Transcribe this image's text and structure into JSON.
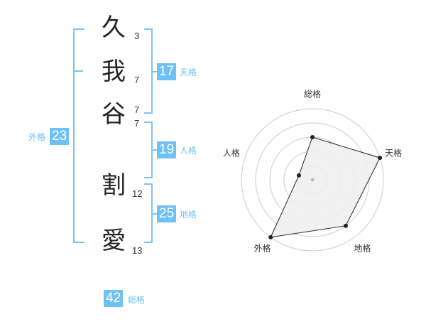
{
  "name_chars": [
    {
      "char": "久",
      "strokes": "3"
    },
    {
      "char": "我",
      "strokes": "7"
    },
    {
      "char": "谷",
      "strokes": "7"
    },
    {
      "char": "割",
      "strokes": "12"
    },
    {
      "char": "愛",
      "strokes": "13"
    }
  ],
  "top_spacer_strokes": "7",
  "scores": {
    "tenkaku": {
      "value": "17",
      "label": "天格"
    },
    "jinkaku": {
      "value": "19",
      "label": "人格"
    },
    "chikaku": {
      "value": "25",
      "label": "地格"
    },
    "gaikaku": {
      "value": "23",
      "label": "外格"
    },
    "soukaku": {
      "value": "42",
      "label": "総格"
    }
  },
  "radar": {
    "axes": [
      "総格",
      "天格",
      "地格",
      "外格",
      "人格"
    ],
    "levels": 5,
    "values": [
      3,
      5,
      4,
      5,
      1
    ],
    "colors": {
      "grid": "#cccccc",
      "fill": "#eeeeee",
      "line": "#222222",
      "point": "#222222",
      "center": "#bbbbbb"
    }
  }
}
